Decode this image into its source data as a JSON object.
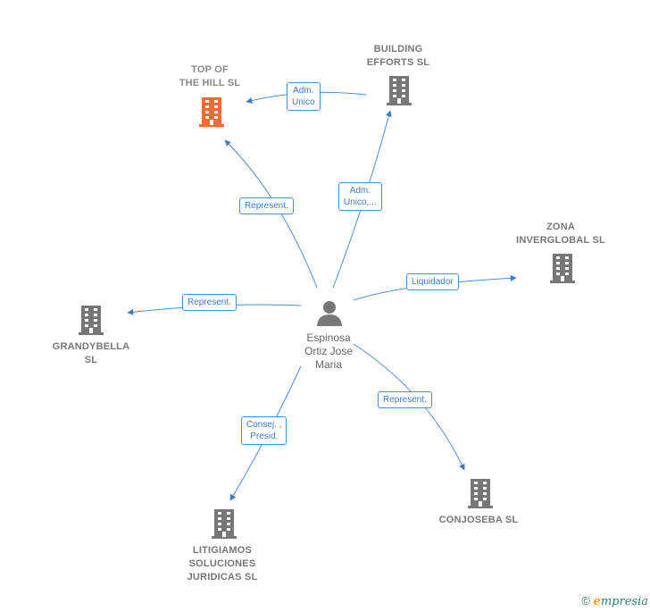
{
  "center": {
    "name": "Espinosa\nOrtiz Jose\nMaria",
    "icon": "person-icon"
  },
  "companies": [
    {
      "id": "top-of-the-hill",
      "name": "TOP OF\nTHE HILL  SL",
      "icon": "building-icon",
      "highlight": true,
      "color": "#f26a35"
    },
    {
      "id": "building-efforts",
      "name": "BUILDING\nEFFORTS  SL",
      "icon": "building-icon",
      "highlight": false,
      "color": "#777777"
    },
    {
      "id": "zona-inverglobal",
      "name": "ZONA\nINVERGLOBAL SL",
      "icon": "building-icon",
      "highlight": false,
      "color": "#777777"
    },
    {
      "id": "grandybella",
      "name": "GRANDYBELLA\nSL",
      "icon": "building-icon",
      "highlight": false,
      "color": "#777777"
    },
    {
      "id": "conjoseba",
      "name": "CONJOSEBA SL",
      "icon": "building-icon",
      "highlight": false,
      "color": "#777777"
    },
    {
      "id": "litigiamos",
      "name": "LITIGIAMOS\nSOLUCIONES\nJURIDICAS  SL",
      "icon": "building-icon",
      "highlight": false,
      "color": "#777777"
    }
  ],
  "relations": [
    {
      "from": "center",
      "to": "top-of-the-hill",
      "label": "Represent."
    },
    {
      "from": "center",
      "to": "building-efforts",
      "label": "Adm.\nUnico,..."
    },
    {
      "from": "building-efforts",
      "to": "top-of-the-hill",
      "label": "Adm.\nUnico"
    },
    {
      "from": "center",
      "to": "zona-inverglobal",
      "label": "Liquidador"
    },
    {
      "from": "center",
      "to": "grandybella",
      "label": "Represent."
    },
    {
      "from": "center",
      "to": "conjoseba",
      "label": "Represent."
    },
    {
      "from": "center",
      "to": "litigiamos",
      "label": "Consej. ,\nPresid."
    }
  ],
  "colors": {
    "edge": "#3a7bc8",
    "building": "#777777",
    "highlight": "#f26a35"
  },
  "footer": {
    "copyright": "©",
    "brand_initial": "e",
    "brand_rest": "mpresia"
  }
}
